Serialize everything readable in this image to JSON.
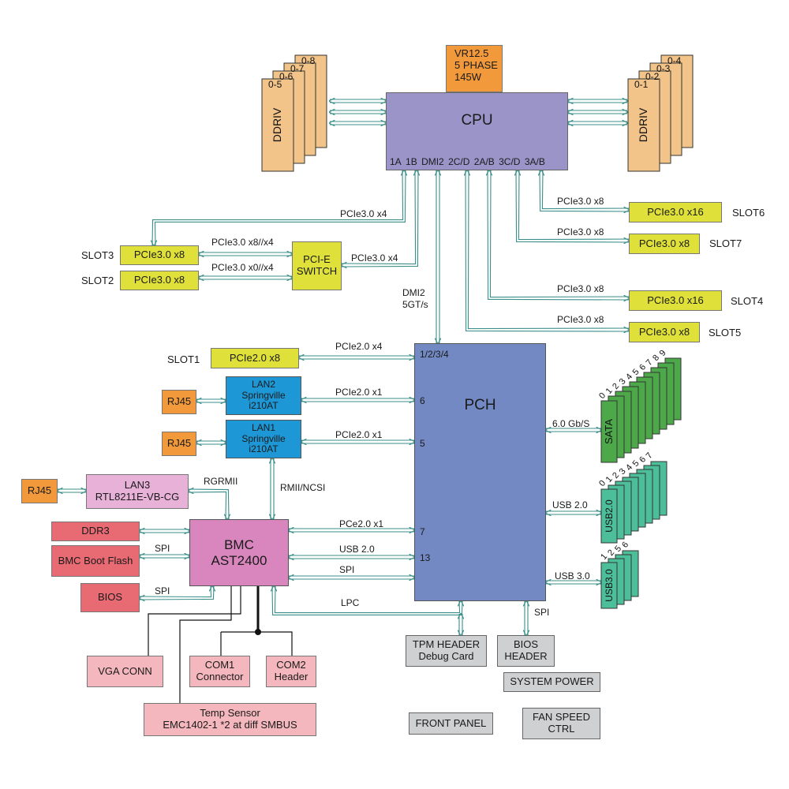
{
  "boxes": {
    "cpu": "CPU",
    "vr": "VR12.5\n5 PHASE\n145W",
    "pch": "PCH",
    "bmc": "BMC\nAST2400",
    "slot3_box": "PCIe3.0 x8",
    "slot2_box": "PCIe3.0 x8",
    "pcie_switch": "PCI-E\nSWITCH",
    "slot6_box": "PCIe3.0 x16",
    "slot7_box": "PCIe3.0 x8",
    "slot4_box": "PCIe3.0 x16",
    "slot5_box": "PCIe3.0 x8",
    "slot1_box": "PCIe2.0 x8",
    "lan2": "LAN2\nSpringville\ni210AT",
    "lan1": "LAN1\nSpringville\ni210AT",
    "rj45_1": "RJ45",
    "rj45_2": "RJ45",
    "rj45_3": "RJ45",
    "lan3": "LAN3\nRTL8211E-VB-CG",
    "ddr3": "DDR3",
    "bmc_boot_flash": "BMC Boot Flash",
    "bios": "BIOS",
    "vga_conn": "VGA CONN",
    "com1": "COM1\nConnector",
    "com2": "COM2\nHeader",
    "temp_sensor": "Temp Sensor\nEMC1402-1 *2 at diff SMBUS",
    "tpm_header": "TPM HEADER\nDebug Card",
    "bios_header": "BIOS\nHEADER",
    "system_power": "SYSTEM POWER",
    "front_panel": "FRONT PANEL",
    "fan_speed": "FAN SPEED\nCTRL"
  },
  "slot_names": {
    "slot3": "SLOT3",
    "slot2": "SLOT2",
    "slot1": "SLOT1",
    "slot6": "SLOT6",
    "slot7": "SLOT7",
    "slot4": "SLOT4",
    "slot5": "SLOT5"
  },
  "cpu_ports": [
    "1A",
    "1B",
    "DMI2",
    "2C/D",
    "2A/B",
    "3C/D",
    "3A/B"
  ],
  "pch_ports": {
    "p1234": "1/2/3/4",
    "p6": "6",
    "p5": "5",
    "p7": "7",
    "p13": "13"
  },
  "links": {
    "cpu_to_slot3": "PCIe3.0 x4",
    "slot3_switch": "PCIe3.0 x8//x4",
    "slot2_switch": "PCIe3.0 x0//x4",
    "switch_cpu": "PCIe3.0 x4",
    "dmi2": "DMI2\n5GT/s",
    "slot6": "PCIe3.0 x8",
    "slot7": "PCIe3.0 x8",
    "slot4": "PCIe3.0 x8",
    "slot5": "PCIe3.0 x8",
    "slot1": "PCIe2.0 x4",
    "lan2": "PCIe2.0 x1",
    "lan1": "PCIe2.0 x1",
    "rgrmii": "RGRMII",
    "rmii_ncsi": "RMII/NCSI",
    "bmc_pch_pcie": "PCe2.0 x1",
    "bmc_pch_usb": "USB 2.0",
    "bmc_pch_spi": "SPI",
    "lpc": "LPC",
    "bmc_flash_spi": "SPI",
    "bios_spi": "SPI",
    "sata_speed": "6.0 Gb/S",
    "usb20": "USB 2.0",
    "usb30": "USB 3.0",
    "bios_header_spi": "SPI"
  },
  "stacks": {
    "ddr_left": {
      "label": "DDRIV",
      "channels": [
        "0-5",
        "0-6",
        "0-7",
        "0-8"
      ],
      "color": "#f2c48a"
    },
    "ddr_right": {
      "label": "DDRIV",
      "channels": [
        "0-1",
        "0-2",
        "0-3",
        "0-4"
      ],
      "color": "#f2c48a"
    },
    "sata": {
      "label": "SATA",
      "ports": [
        "0",
        "1",
        "2",
        "3",
        "4",
        "5",
        "6",
        "7",
        "8",
        "9"
      ],
      "color": "#4da84a"
    },
    "usb20": {
      "label": "USB2.0",
      "ports": [
        "0",
        "1",
        "2",
        "3",
        "4",
        "5",
        "6",
        "7"
      ],
      "color": "#4cbf9a"
    },
    "usb30": {
      "label": "USB3.0",
      "ports": [
        "1",
        "2",
        "5",
        "6"
      ],
      "color": "#4cbf9a"
    }
  },
  "colors": {
    "link": "#3a8f8a",
    "cpu": "#9b94c9",
    "pch": "#7389c4",
    "bmc": "#d886bd",
    "slot": "#dfe13a",
    "lan": "#1d97d6"
  }
}
